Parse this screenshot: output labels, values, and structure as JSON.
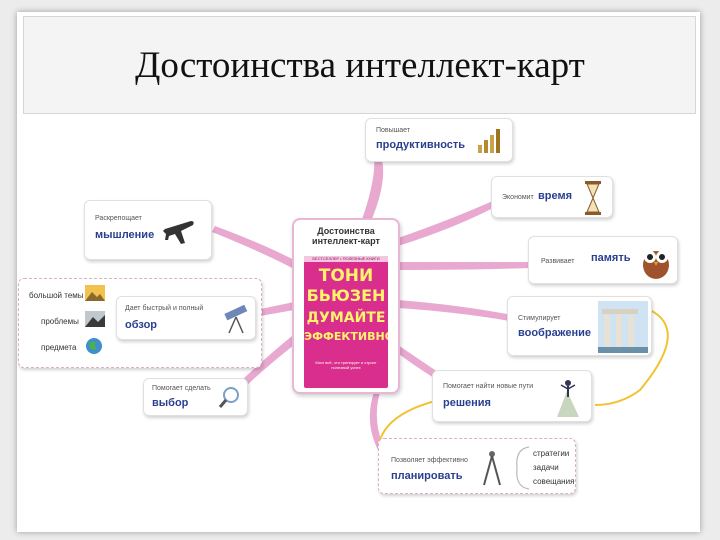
{
  "title": "Достоинства интеллект-карт",
  "center": {
    "title": "Достоинства интеллект-карт",
    "book_top": "БЕСТСЕЛЛЕР • ПОЛЕЗНЫЕ КНИГИ",
    "book_author_line1": "ТОНИ",
    "book_author_line2": "БЬЮЗЕН",
    "book_title_line1": "ДУМАЙТЕ",
    "book_title_line2": "ЭФФЕКТИВНО",
    "book_subtitle": "Мозг всё, что тренирует и строит полезный успех"
  },
  "branches": {
    "productivity": {
      "small": "Повышает",
      "big": "продуктивность"
    },
    "time": {
      "small": "Экономит",
      "big": "время"
    },
    "memory": {
      "small": "Развивает",
      "big": "память"
    },
    "imagination": {
      "small": "Стимулирует",
      "big": "воображение"
    },
    "solutions": {
      "small": "Помогает найти новые пути",
      "big": "решения"
    },
    "planning": {
      "small": "Позволяет эффективно",
      "big": "планировать",
      "items": [
        "стратегии",
        "задачи",
        "совещания"
      ]
    },
    "choice": {
      "small": "Помогает сделать",
      "big": "выбор"
    },
    "overview": {
      "small": "Дает быстрый и полный",
      "big": "обзор",
      "items": [
        "большой темы",
        "проблемы",
        "предмета"
      ]
    },
    "thinking": {
      "small": "Раскрепощает",
      "big": "мышление"
    }
  },
  "icons": [
    "chart-icon",
    "hourglass-icon",
    "owl-icon",
    "columns-icon",
    "climber-icon",
    "compass-icon",
    "magnifier-icon",
    "telescope-icon",
    "airplane-icon",
    "landscape-icon",
    "globe-icon"
  ],
  "colors": {
    "branch": "#e8a8cf",
    "connector": "#f1c232",
    "big_text": "#2a3f8f",
    "book": "#d92e8e"
  }
}
